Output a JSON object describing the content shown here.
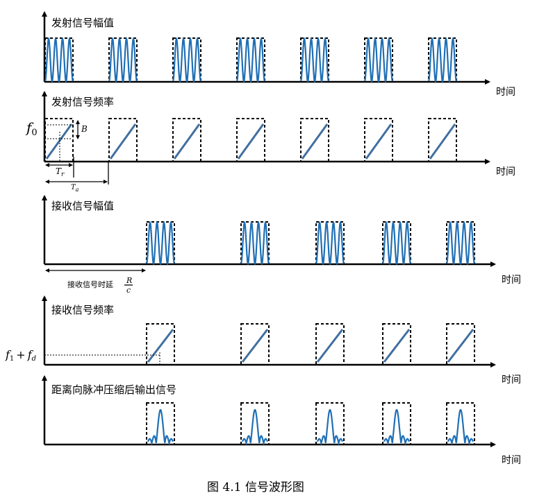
{
  "panels": [
    {
      "title": "发射信号幅值",
      "xlabel": "时间"
    },
    {
      "title": "发射信号频率",
      "xlabel": "时间"
    },
    {
      "title": "接收信号幅值",
      "xlabel": "时间"
    },
    {
      "title": "接收信号频率",
      "xlabel": "时间"
    },
    {
      "title": "距离向脉冲压缩后输出信号",
      "xlabel": "时间"
    }
  ],
  "annotations": {
    "f0": "f",
    "f0_sub": "0",
    "bandwidth": "B",
    "tr": "T",
    "tr_sub": "r",
    "ta": "T",
    "ta_sub": "a",
    "delay_label": "接收信号时延",
    "delay_num": "R",
    "delay_den": "c",
    "f1fd_f1": "f",
    "f1fd_sub1": "1",
    "f1fd_plus": "+",
    "f1fd_fd": "f",
    "f1fd_subd": "d"
  },
  "caption": "图 4.1    信号波形图"
}
